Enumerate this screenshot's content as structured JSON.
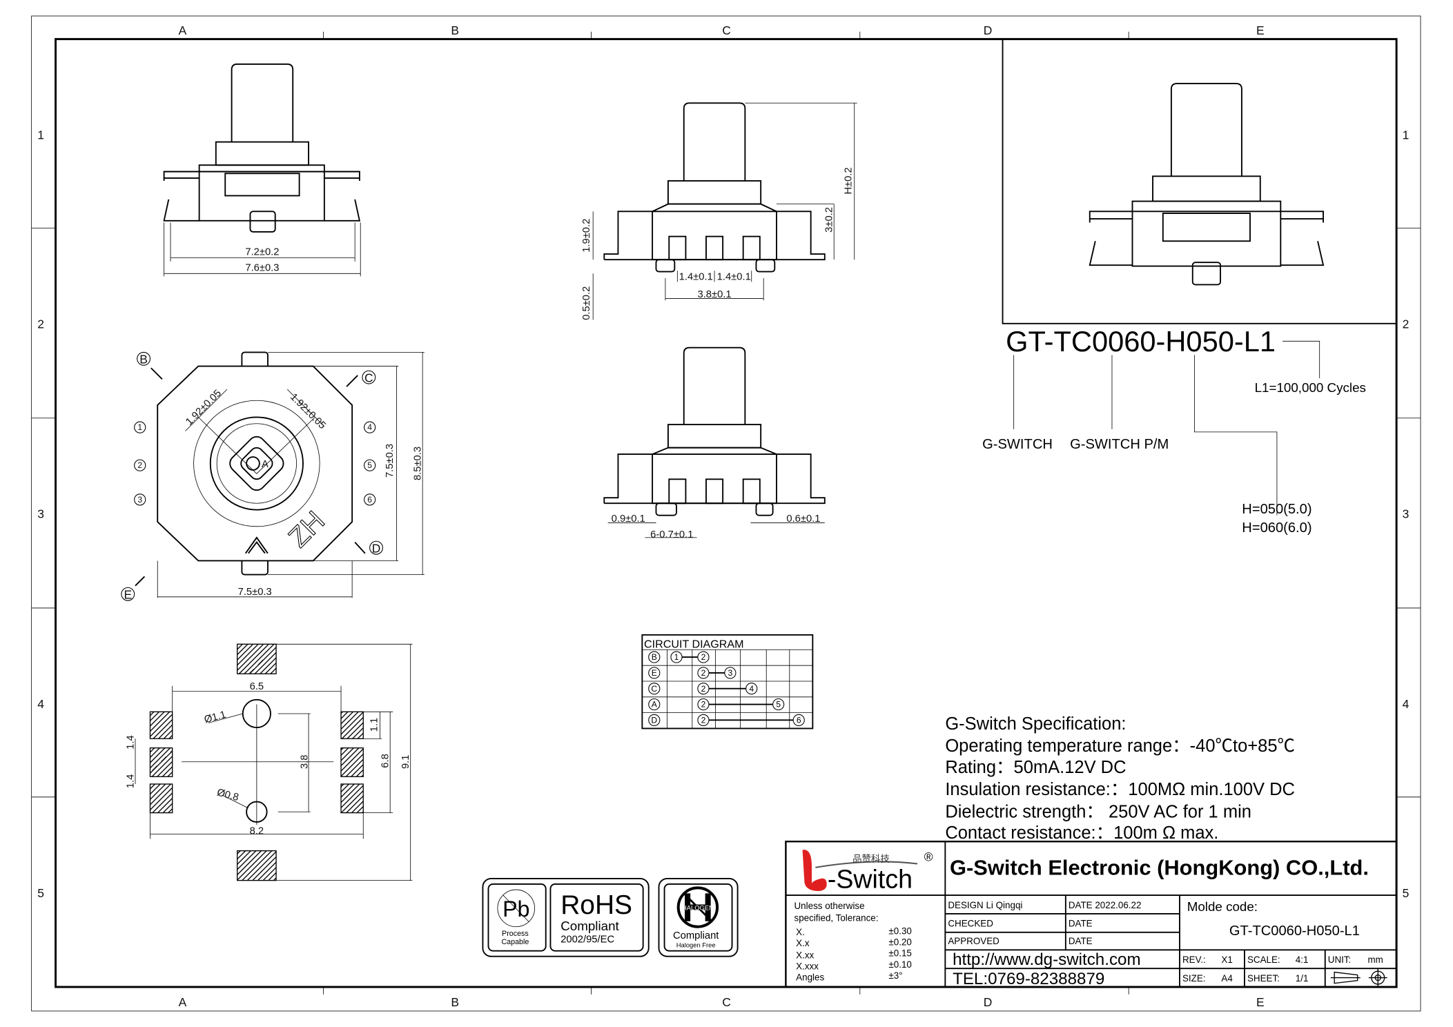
{
  "grid": {
    "cols": [
      "A",
      "B",
      "C",
      "D",
      "E"
    ],
    "rows": [
      "1",
      "2",
      "3",
      "4",
      "5"
    ]
  },
  "view_front": {
    "dim_inner": "7.2±0.2",
    "dim_outer": "7.6±0.3"
  },
  "view_side": {
    "dim_height1": "1.9±0.2",
    "dim_height2": "0.5±0.2",
    "dim_body": "3±0.2",
    "dim_h": "H±0.2",
    "dim_pitch1": "1.4±0.1",
    "dim_pitch2": "1.4±0.1",
    "dim_span": "3.8±0.1"
  },
  "view_side2": {
    "dim_left": "0.9±0.1",
    "dim_right": "0.6±0.1",
    "dim_pins": "6-0.7±0.1"
  },
  "view_top": {
    "label_b": "B",
    "label_c": "C",
    "label_d": "D",
    "label_e": "E",
    "label_a": "A",
    "pins": [
      "1",
      "2",
      "3",
      "4",
      "5",
      "6"
    ],
    "dim_diag1": "1.92±0.05",
    "dim_diag2": "1.92±0.05",
    "dim_height_inner": "7.5±0.3",
    "dim_height_outer": "8.5±0.3",
    "dim_width": "7.5±0.3",
    "marking": "ZH"
  },
  "footprint": {
    "dim_top": "6.5",
    "dim_hole1": "Ø1.1",
    "dim_hole2": "Ø0.8",
    "dim_bottom": "8.2",
    "dim_pitch1": "1.4",
    "dim_pitch2": "1.4",
    "dim_pad": "1.1",
    "dim_holes": "3.8",
    "dim_68": "6.8",
    "dim_91": "9.1"
  },
  "circuit": {
    "title": "CIRCUIT DIAGRAM",
    "rows": [
      {
        "label": "B",
        "from": "1",
        "to": "2"
      },
      {
        "label": "E",
        "from": "2",
        "to": "3"
      },
      {
        "label": "C",
        "from": "2",
        "to": "4"
      },
      {
        "label": "A",
        "from": "2",
        "to": "5"
      },
      {
        "label": "D",
        "from": "2",
        "to": "6"
      }
    ]
  },
  "part": {
    "number": "GT-TC0060-H050-L1",
    "l1": "L1=100,000 Cycles",
    "brand": "G-SWITCH",
    "pm": "G-SWITCH P/M",
    "h050": "H=050(5.0)",
    "h060": "H=060(6.0)"
  },
  "spec": {
    "title": "G-Switch Specification:",
    "lines": [
      "Operating temperature range：-40℃to+85℃",
      "Rating：50mA.12V DC",
      "Insulation resistance:：100MΩ min.100V DC",
      "Dielectric strength：  250V AC for 1 min",
      "Contact resistance:：100m Ω max."
    ]
  },
  "badges": {
    "pb": "Pb",
    "pb_sub1": "Process",
    "pb_sub2": "Capable",
    "rohs": "RoHS",
    "rohs_sub": "Compliant",
    "rohs_dir": "2002/95/EC",
    "halogen_word": "HALOGEN",
    "hal_sub": "Compliant",
    "hal_sub2": "Halogen Free"
  },
  "title_block": {
    "logo_cn": "品赞科技",
    "logo_text": "-Switch",
    "logo_reg": "®",
    "company": "G-Switch Electronic (HongKong) CO.,Ltd.",
    "tol_title1": "Unless otherwise",
    "tol_title2": "specified, Tolerance:",
    "tolerances": [
      {
        "k": "X.",
        "v": "±0.30"
      },
      {
        "k": "X.x",
        "v": "±0.20"
      },
      {
        "k": "X.xx",
        "v": "±0.15"
      },
      {
        "k": "X.xxx",
        "v": "±0.10"
      },
      {
        "k": "Angles",
        "v": "±3°"
      }
    ],
    "design": "DESIGN  Li Qingqi",
    "date1": "DATE  2022.06.22",
    "checked": "CHECKED",
    "date2": "DATE",
    "approved": "APPROVED",
    "date3": "DATE",
    "molde_label": "Molde code:",
    "molde_value": "GT-TC0060-H050-L1",
    "url": "http://www.dg-switch.com",
    "tel": "TEL:0769-82388879",
    "rev_label": "REV.:",
    "rev": "X1",
    "scale_label": "SCALE:",
    "scale": "4:1",
    "unit_label": "UNIT:",
    "unit": "mm",
    "size_label": "SIZE:",
    "size": "A4",
    "sheet_label": "SHEET:",
    "sheet": "1/1"
  },
  "colors": {
    "logo_red": "#e02020",
    "line": "#000000"
  }
}
